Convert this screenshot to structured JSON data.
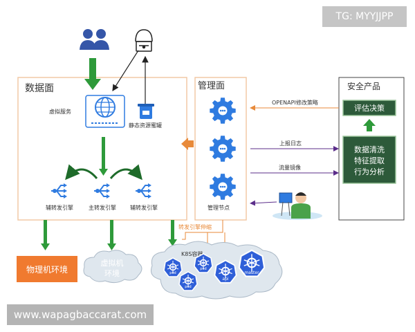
{
  "watermarks": {
    "top_right": "TG: MYYJJPP",
    "bottom_left": "www.wapagbaccarat.com"
  },
  "data_plane": {
    "title": "数据面",
    "virtual_service": "虚拟服务",
    "static_bucket": "静态资源蜜罐",
    "aux_engine_left": "辅转发引擎",
    "main_engine": "主转发引擎",
    "aux_engine_right": "辅转发引擎"
  },
  "management_plane": {
    "title": "管理面",
    "node_label": "管理节点"
  },
  "security_product": {
    "title": "安全产品",
    "evaluate": "评估决策",
    "analysis": [
      "数据清洗",
      "特征提取",
      "行为分析"
    ]
  },
  "flows": {
    "openapi": "OPENAPI修改策略",
    "report_log": "上报日志",
    "traffic_mirror": "流量镜像",
    "engine_scale": "转发引擎伸缩"
  },
  "environments": {
    "physical": "物理机环境",
    "virtual": [
      "虚拟机",
      "环境"
    ],
    "k8s": "K8S容器",
    "pod": "pod",
    "api": "api",
    "master": "master"
  },
  "colors": {
    "border": "#f2c9a5",
    "gear_blue": "#2f7be0",
    "green_box": "#2d5a3a",
    "green_arrow": "#2e9a3a",
    "orange": "#e88a3a",
    "purple": "#5b2d8a",
    "physical_box": "#f07a2f",
    "k8s_blue": "#2f5fd8"
  },
  "icons": [
    "users-icon",
    "hacker-icon",
    "globe-server-icon",
    "bucket-icon",
    "router-icon",
    "gear-icon",
    "kubernetes-icon",
    "engineer-icon"
  ]
}
